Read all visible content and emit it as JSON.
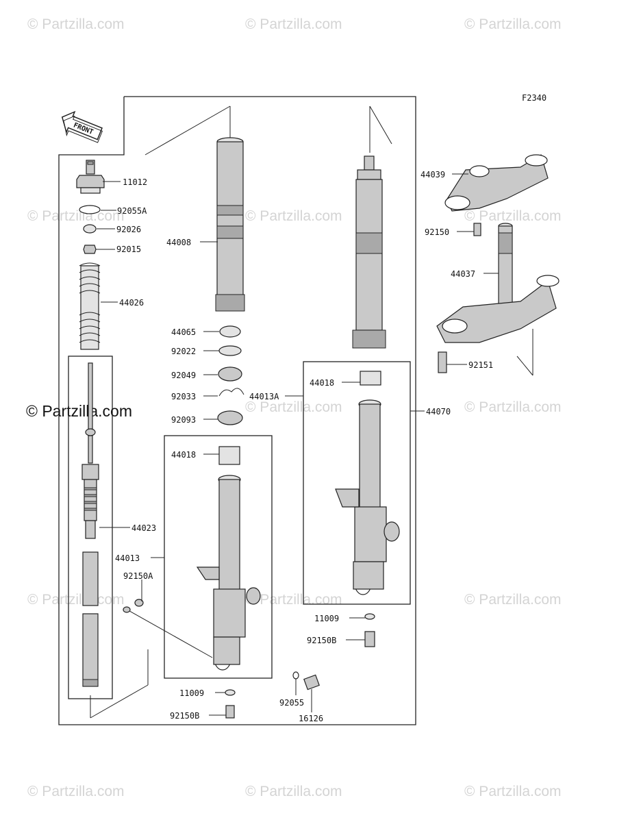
{
  "figure_code": "F2340",
  "front_badge": "FRONT",
  "watermark_text": "© Partzilla.com",
  "watermark_main": "© Partzilla.com",
  "parts": {
    "p11012": "11012",
    "p92055A": "92055A",
    "p92026": "92026",
    "p92015": "92015",
    "p44026": "44026",
    "p44023": "44023",
    "p44008": "44008",
    "p44065": "44065",
    "p92022": "92022",
    "p92049": "92049",
    "p92033": "92033",
    "p92093": "92093",
    "p44018_left": "44018",
    "p44013": "44013",
    "p92150A": "92150A",
    "p11009_left": "11009",
    "p92150B_left": "92150B",
    "p92055": "92055",
    "p16126": "16126",
    "p44013A": "44013A",
    "p44018_right": "44018",
    "p44070": "44070",
    "p11009_right": "11009",
    "p92150B_right": "92150B",
    "p44039": "44039",
    "p92150": "92150",
    "p44037": "44037",
    "p92151": "92151"
  },
  "colors": {
    "line": "#222222",
    "watermark": "#d4d4d4",
    "part_fill": "#c9c9c9"
  }
}
